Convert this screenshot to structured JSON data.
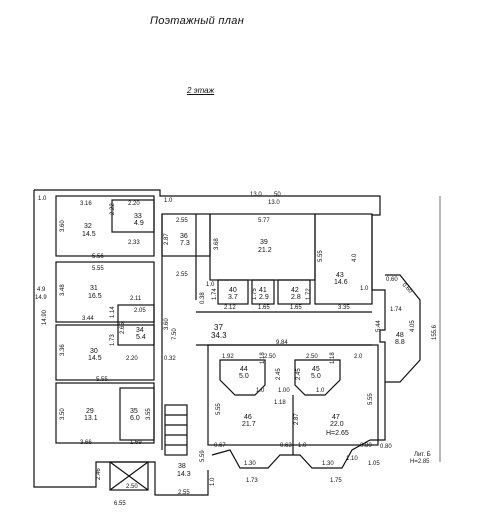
{
  "plan": {
    "title": "Поэтажный план",
    "floor_label": "2 этаж",
    "lit_label": "Лит. Б",
    "height_label": "H=2.85",
    "room47_height": "H=2.65"
  },
  "rooms": [
    {
      "number": "32",
      "area": "14.5"
    },
    {
      "number": "33",
      "area": "4.9"
    },
    {
      "number": "31",
      "area": "16.5"
    },
    {
      "number": "34",
      "area": "5.4"
    },
    {
      "number": "30",
      "area": "14.5"
    },
    {
      "number": "29",
      "area": "13.1"
    },
    {
      "number": "35",
      "area": "6.0"
    },
    {
      "number": "36",
      "area": "7.3"
    },
    {
      "number": "39",
      "area": "21.2"
    },
    {
      "number": "40",
      "area": "3.7"
    },
    {
      "number": "41",
      "area": "2.9"
    },
    {
      "number": "42",
      "area": "2.8"
    },
    {
      "number": "43",
      "area": "14.6"
    },
    {
      "number": "37",
      "area": "34.3"
    },
    {
      "number": "48",
      "area": "8.8"
    },
    {
      "number": "44",
      "area": "5.0"
    },
    {
      "number": "45",
      "area": "5.0"
    },
    {
      "number": "46",
      "area": "21.7"
    },
    {
      "number": "47",
      "area": "22.0"
    },
    {
      "number": "38",
      "area": "14.3"
    }
  ],
  "dims": {
    "d1": "1.0",
    "d2": "3.16",
    "d3": "2.20",
    "d4": "2.22",
    "d5": "3.60",
    "d6": "2.33",
    "d7": "5.56",
    "d8": "5.55",
    "d9": "3.48",
    "d10": "2.11",
    "d11": "1.14",
    "d12": "2.05",
    "d13": "2.65",
    "d14": "3.44",
    "d15": "3.36",
    "d16": "1.73",
    "d17": "2.20",
    "d18": "5.55",
    "d19": "3.50",
    "d20": "3.55",
    "d21": "3.66",
    "d22": "1.69",
    "d23": "4.9",
    "d24": "14.9",
    "d25": "14.90",
    "d26": "1.0",
    "d27": "13.0",
    "d28": "50",
    "d29": "13.0",
    "d30": "2.55",
    "d31": "5.77",
    "d32": "2.87",
    "d33": "3.68",
    "d34": "5.55",
    "d35": "4.0",
    "d36": "2.55",
    "d37": "1.74",
    "d38": "1.75",
    "d39": "1.72",
    "d40": "0.38",
    "d41": "2.12",
    "d42": "1.65",
    "d43": "1.65",
    "d44": "3.35",
    "d45": "1.0",
    "d46": "0.60",
    "d47": "0.60",
    "d48": "1.74",
    "d49": "5.44",
    "d50": "4.05",
    "d51": "155.6",
    "d52": "7.50",
    "d53": "3.60",
    "d54": "0.32",
    "d55": "9.84",
    "d56": "1.92",
    "d57": "2.50",
    "d58": "2.50",
    "d59": "1.18",
    "d60": "2.0",
    "d61": "2.45",
    "d62": "2.45",
    "d63": "1.18",
    "d64": "5.55",
    "d65": "5.55",
    "d66": "1.18",
    "d67": "2.87",
    "d68": "0.63",
    "d69": "0.67",
    "d70": "1.0",
    "d71": "0.80",
    "d72": "1.30",
    "d73": "1.30",
    "d74": "1.10",
    "d75": "1.73",
    "d76": "1.75",
    "d77": "1.05",
    "d78": "5.59",
    "d79": "2.46",
    "d80": "2.55",
    "d81": "2.50",
    "d82": "6.55",
    "d83": "1.0",
    "d84": "1.00",
    "d85": "1.0",
    "d86": "0.80",
    "d87": "1.0",
    "d88": "1.0"
  }
}
